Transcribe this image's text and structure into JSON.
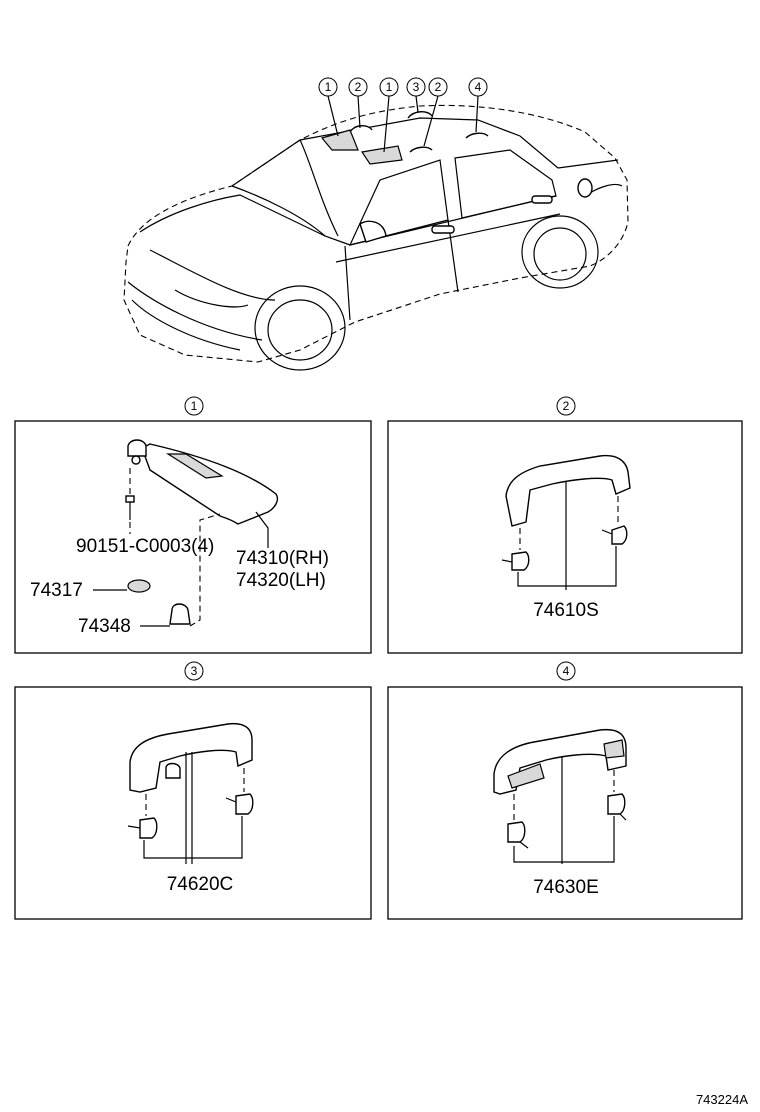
{
  "callouts": {
    "top": [
      "1",
      "2",
      "1",
      "3",
      "2",
      "4"
    ],
    "panel1": "1",
    "panel2": "2",
    "panel3": "3",
    "panel4": "4"
  },
  "parts": {
    "screw": "90151-C0003(4)",
    "visor_rh": "74310(RH)",
    "visor_lh": "74320(LH)",
    "holder": "74317",
    "clip": "74348",
    "grip2": "74610S",
    "grip3": "74620C",
    "grip4": "74630E"
  },
  "figure_code": "743224A"
}
